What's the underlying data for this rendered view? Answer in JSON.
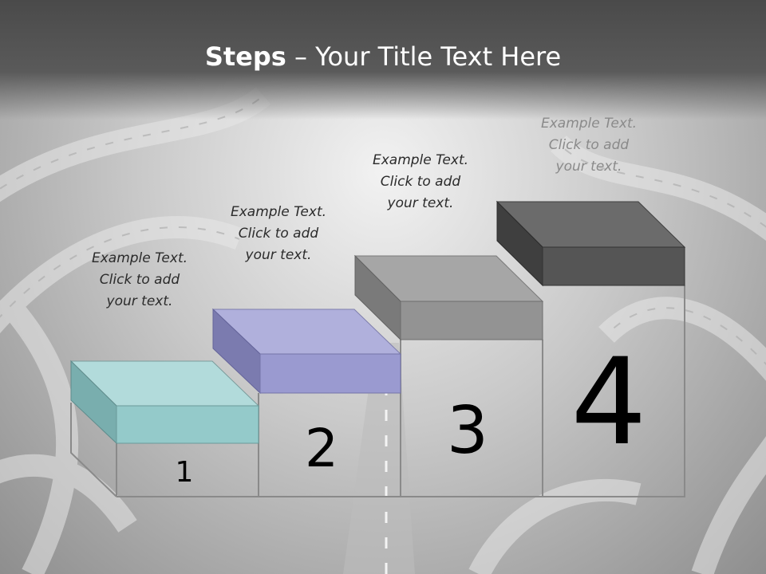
{
  "title": {
    "bold": "Steps",
    "rest": " – Your Title Text Here"
  },
  "steps": [
    {
      "number": "1",
      "caption": [
        "Example Text.",
        "Click  to add",
        "your text."
      ],
      "color": "#9ccccc"
    },
    {
      "number": "2",
      "caption": [
        "Example Text.",
        "Click  to add",
        "your text."
      ],
      "color": "#a6a6d6"
    },
    {
      "number": "3",
      "caption": [
        "Example Text.",
        "Click  to add",
        "your text."
      ],
      "color": "#969696"
    },
    {
      "number": "4",
      "caption": [
        "Example Text.",
        "Click  to add",
        "your text."
      ],
      "color": "#5e5e5e"
    }
  ]
}
